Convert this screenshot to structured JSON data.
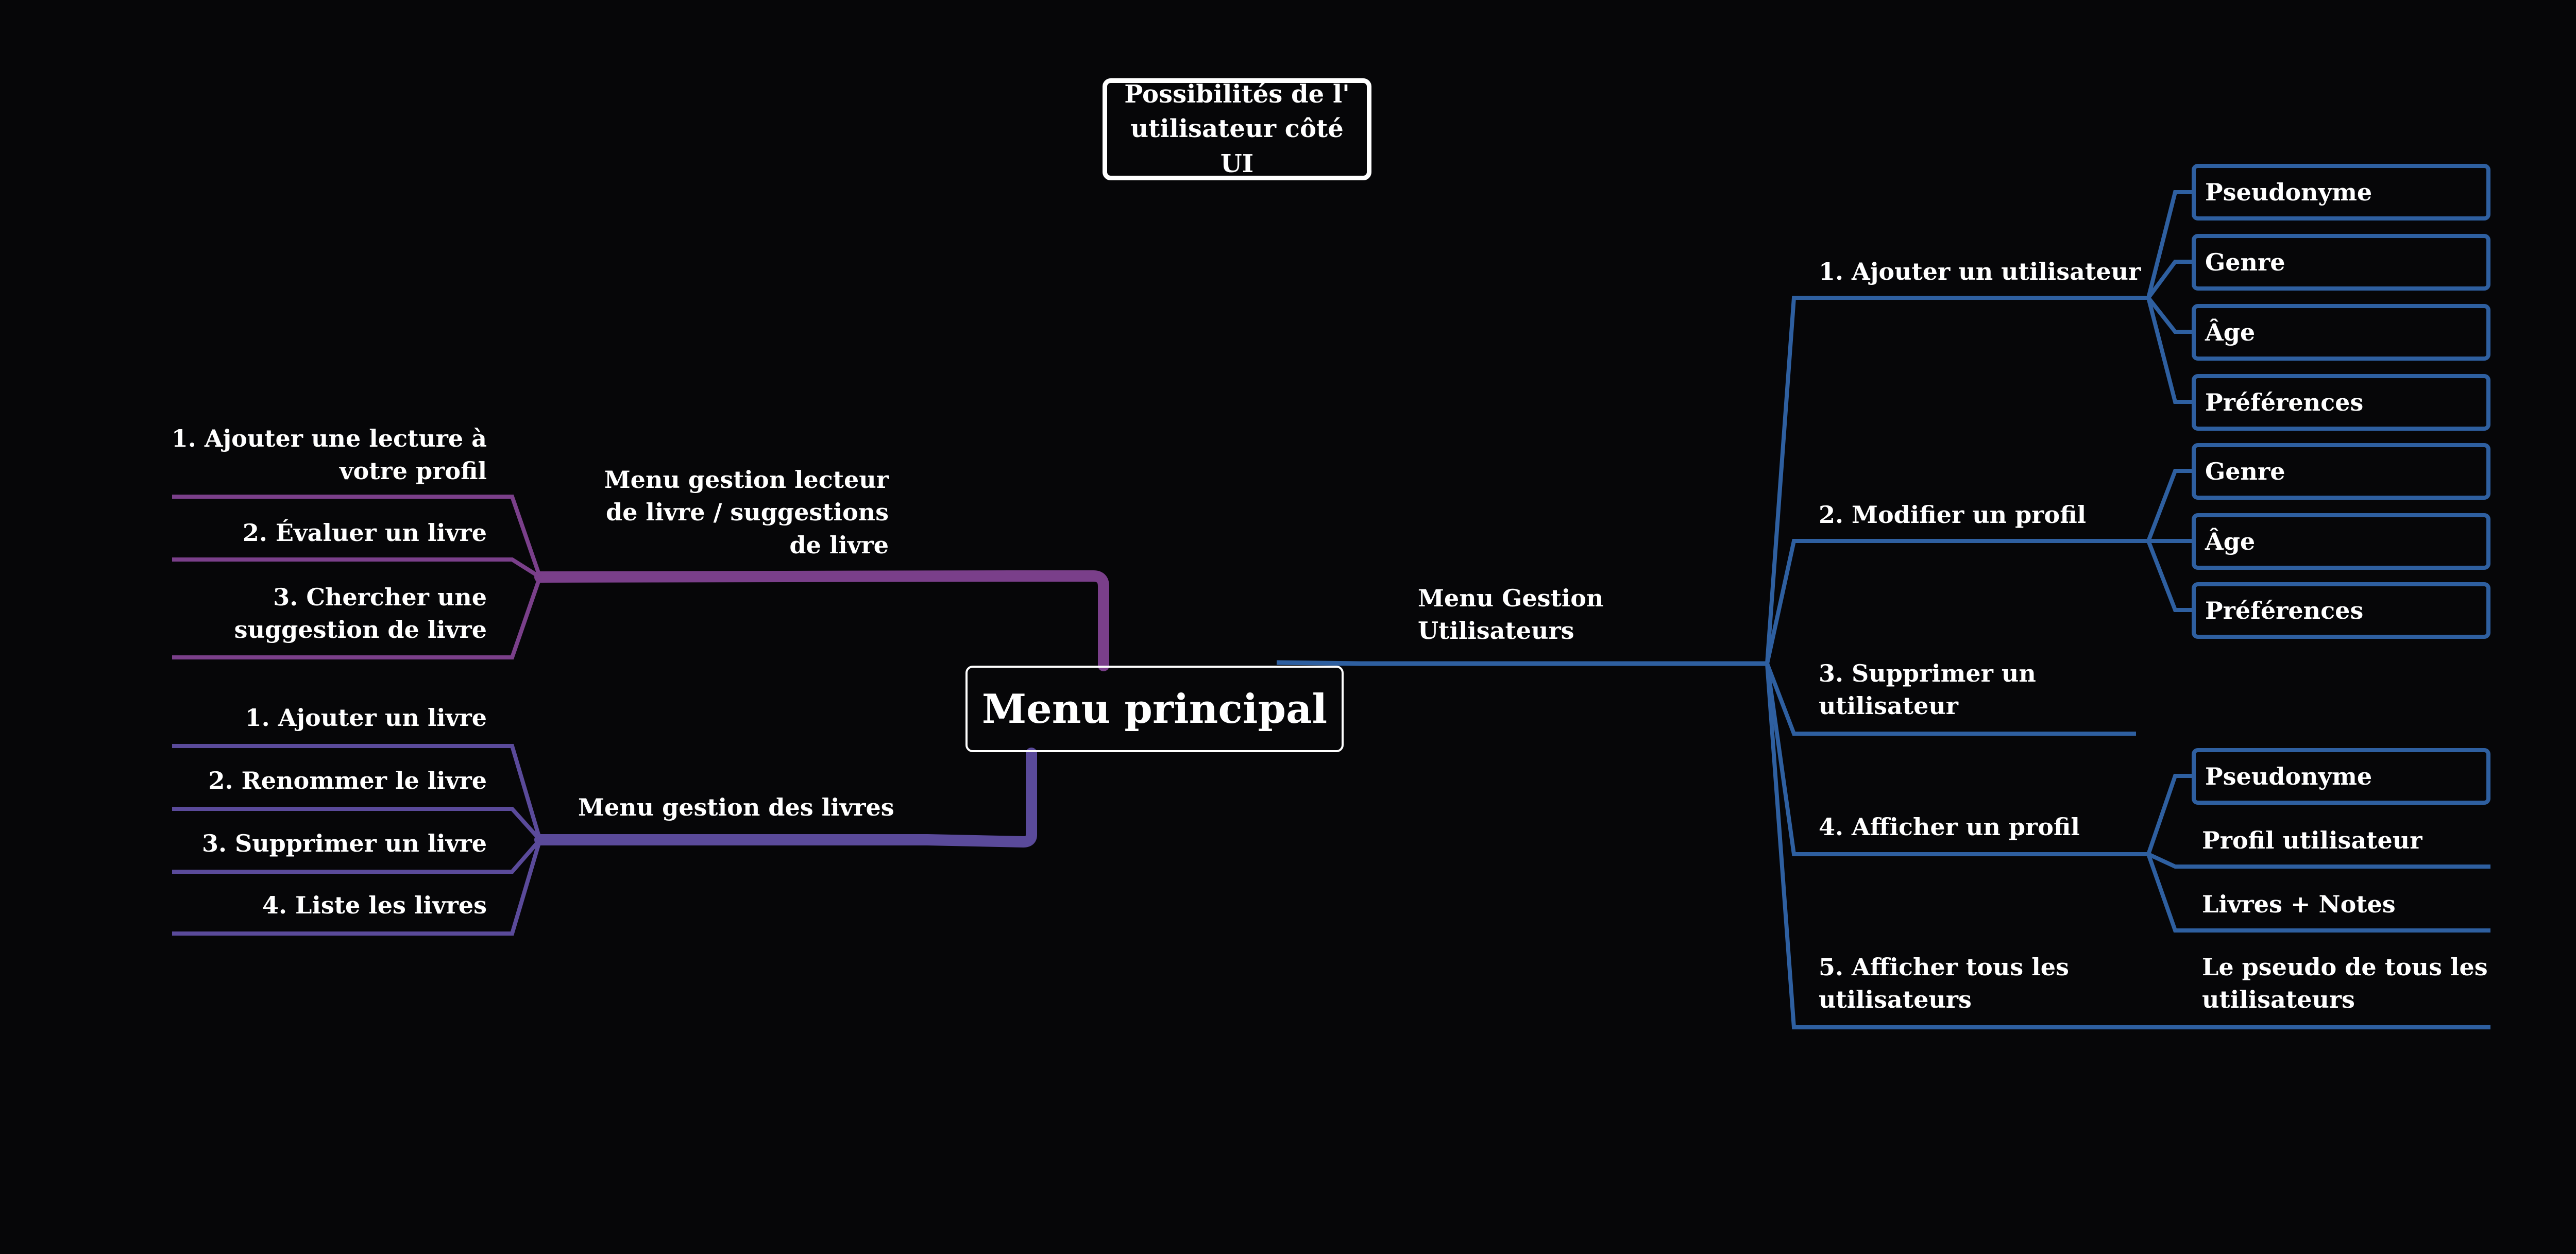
{
  "title": "Possibilités de l' utilisateur côté UI",
  "colors": {
    "background": "#060608",
    "purple_branch": "#7a3f8a",
    "violet_branch": "#5a4a9a",
    "blue_branch": "#2e5fa0",
    "text": "#ffffff"
  },
  "center": {
    "label": "Menu principal"
  },
  "lecteur": {
    "label": "Menu gestion lecteur de livre / suggestions de livre",
    "items": [
      "1. Ajouter une lecture à votre profil",
      "2. Évaluer un livre",
      "3. Chercher une suggestion de livre"
    ]
  },
  "livres": {
    "label": "Menu gestion des livres",
    "items": [
      "1. Ajouter un livre",
      "2. Renommer le livre",
      "3. Supprimer un livre",
      "4. Liste les livres"
    ]
  },
  "utilisateurs": {
    "label": "Menu Gestion Utilisateurs",
    "ajouter": {
      "label": "1. Ajouter un utilisateur",
      "fields": [
        "Pseudonyme",
        "Genre",
        "Âge",
        "Préférences"
      ]
    },
    "modifier": {
      "label": "2. Modifier un profil",
      "fields": [
        "Genre",
        "Âge",
        "Préférences"
      ]
    },
    "supprimer": {
      "label": "3. Supprimer un utilisateur"
    },
    "afficher": {
      "label": "4. Afficher un profil",
      "fields": [
        "Pseudonyme",
        "Profil utilisateur",
        "Livres + Notes"
      ]
    },
    "tous": {
      "label": "5. Afficher tous les utilisateurs",
      "result": "Le pseudo de tous les utilisateurs"
    }
  }
}
